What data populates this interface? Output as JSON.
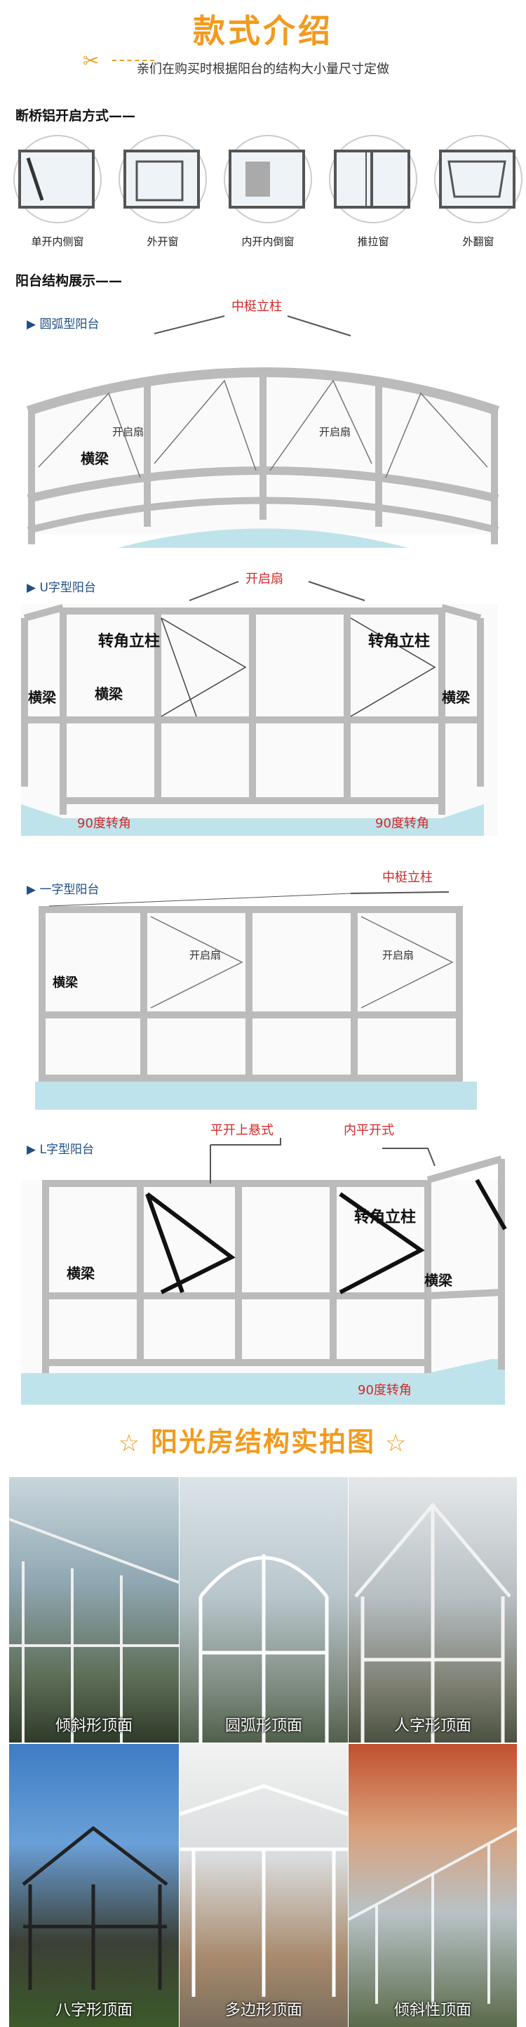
{
  "header": {
    "title": "款式介绍",
    "subtitle": "亲们在购买时根据阳台的结构大小量尺寸定做"
  },
  "opening": {
    "heading": "断桥铝开启方式——",
    "types": [
      "单开内侧窗",
      "外开窗",
      "内开内倒窗",
      "推拉窗",
      "外翻窗"
    ]
  },
  "structure": {
    "heading": "阳台结构展示——"
  },
  "arc": {
    "tag": "▶ 圆弧型阳台",
    "mid_post": "中梃立柱",
    "sash": "开启扇",
    "beam": "横梁"
  },
  "u": {
    "tag": "▶ U字型阳台",
    "open_sash": "开启扇",
    "corner_post": "转角立柱",
    "beam": "横梁",
    "corner90": "90度转角"
  },
  "one": {
    "tag": "▶ 一字型阳台",
    "mid_post": "中梃立柱",
    "beam": "横梁",
    "sash": "开启扇"
  },
  "l": {
    "tag": "▶ L字型阳台",
    "top_hung": "平开上悬式",
    "inward": "内平开式",
    "corner_post": "转角立柱",
    "beam": "横梁",
    "corner90": "90度转角"
  },
  "photos": {
    "heading": "阳光房结构实拍图",
    "items": [
      "倾斜形顶面",
      "圆弧形顶面",
      "人字形顶面",
      "八字形顶面",
      "多边形顶面",
      "倾斜性顶面"
    ]
  }
}
